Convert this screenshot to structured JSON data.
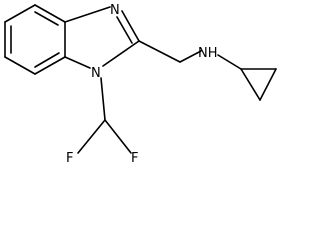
{
  "molecule": {
    "atoms": {
      "imidazole_n3": "N",
      "imidazole_n1": "N",
      "amine_nh": "NH",
      "fluorine_left": "F",
      "fluorine_right": "F"
    }
  }
}
